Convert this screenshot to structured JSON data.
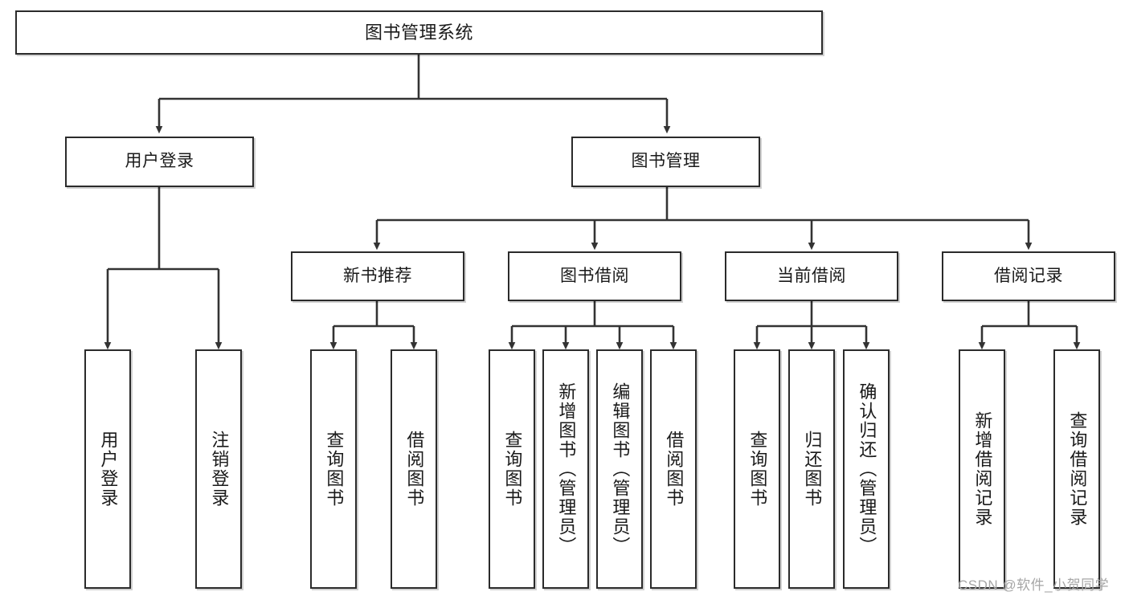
{
  "diagram": {
    "title": "图书管理系统",
    "type": "tree",
    "watermark": "CSDN @软件_小贺同学",
    "colors": {
      "box_border": "#2b2b2b",
      "box_fill": "#ffffff",
      "connector": "#333333",
      "text": "#1a1a1a",
      "watermark": "#a6a6a6"
    },
    "nodes": {
      "root": {
        "label": "图书管理系统"
      },
      "level2": [
        {
          "label": "用户登录"
        },
        {
          "label": "图书管理"
        }
      ],
      "level3": [
        {
          "label": "新书推荐"
        },
        {
          "label": "图书借阅"
        },
        {
          "label": "当前借阅"
        },
        {
          "label": "借阅记录"
        }
      ],
      "leaves": {
        "user_login": [
          {
            "label": "用户登录"
          },
          {
            "label": "注销登录"
          }
        ],
        "new_book_recommend": [
          {
            "label": "查询图书"
          },
          {
            "label": "借阅图书"
          }
        ],
        "book_borrow": [
          {
            "label": "查询图书"
          },
          {
            "label": "新增图书（管理员）"
          },
          {
            "label": "编辑图书（管理员）"
          },
          {
            "label": "借阅图书"
          }
        ],
        "current_borrow": [
          {
            "label": "查询图书"
          },
          {
            "label": "归还图书"
          },
          {
            "label": "确认归还（管理员）"
          }
        ],
        "borrow_record": [
          {
            "label": "新增借阅记录"
          },
          {
            "label": "查询借阅记录"
          }
        ]
      }
    }
  }
}
